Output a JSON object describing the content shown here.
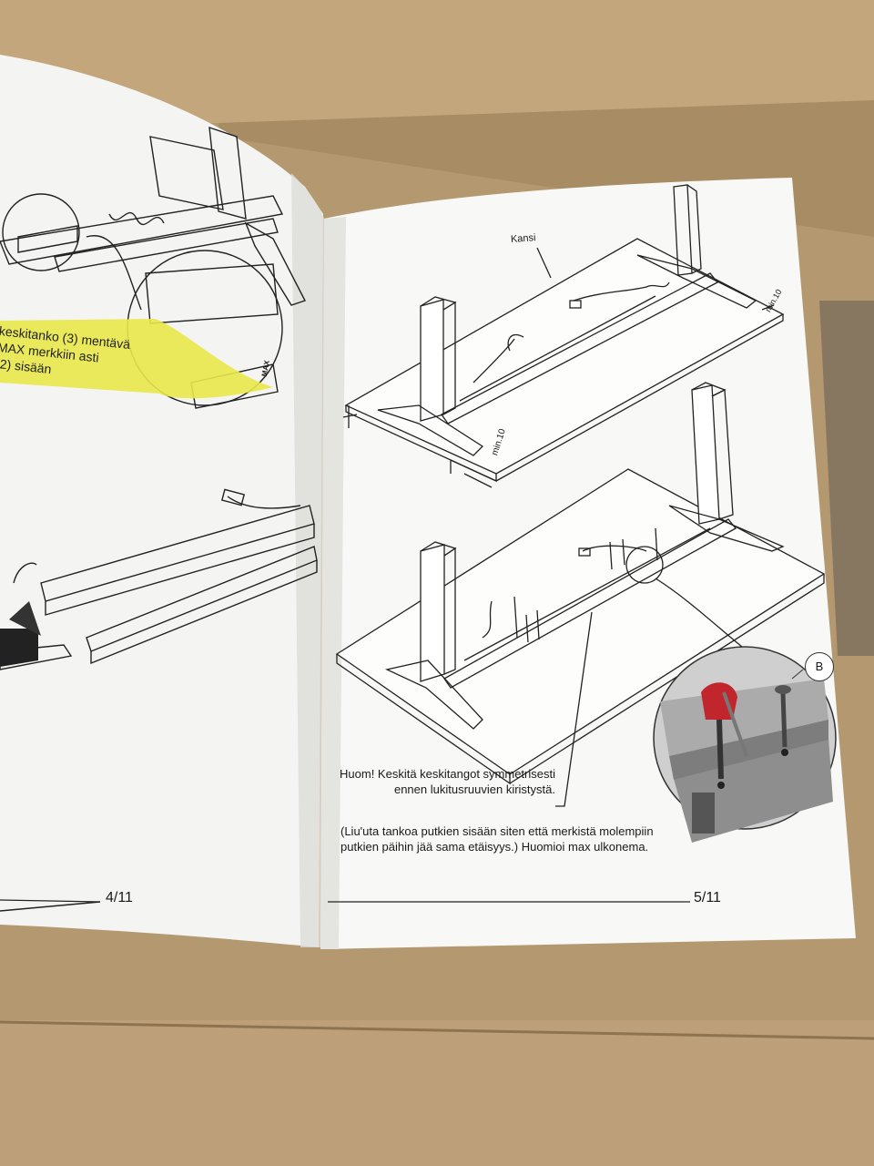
{
  "photo": {
    "background_color": "#b79b73",
    "paper_color": "#f7f7f5"
  },
  "left_page": {
    "callout_text": [
      "keskitanko (3) mentävä",
      "MAX merkkiin asti",
      "(2) sisään"
    ],
    "max_mark": "MAX",
    "page_number": "4/11",
    "highlight_color": "#e9e84a"
  },
  "right_page": {
    "top_label": "Kansi",
    "dimension_label": "min.10",
    "note_main": "Huom! Keskitä keskitangot symmetrisesti ennen lukitusruuvien kiristystä.",
    "note_sub": "(Liu'uta tankoa putkien sisään siten että merkistä molempiin putkien päihin jää sama etäisyys.) Huomioi max ulkonema.",
    "detail_callout": "B",
    "page_number": "5/11",
    "clamp_color": "#c0262b"
  }
}
